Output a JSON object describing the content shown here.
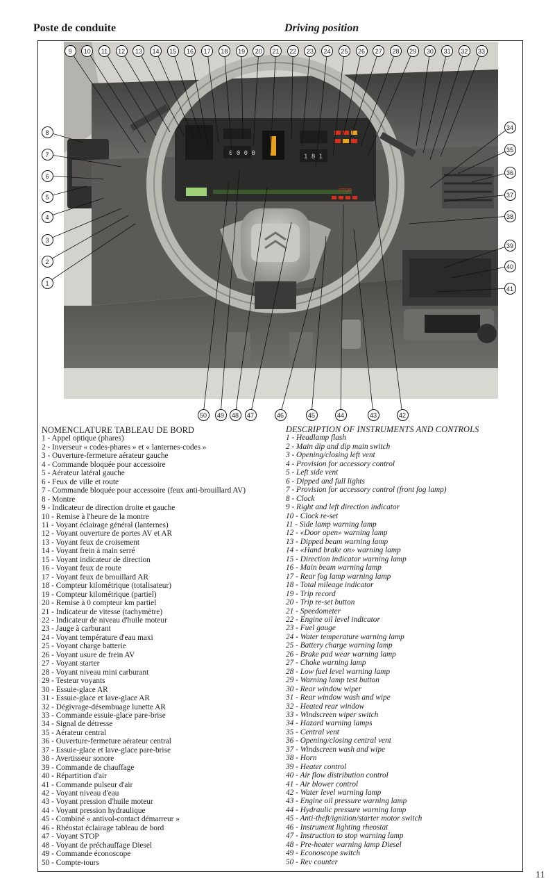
{
  "header": {
    "title_fr": "Poste de conduite",
    "title_en": "Driving position"
  },
  "photo": {
    "callouts_top": [
      "9",
      "10",
      "11",
      "12",
      "13",
      "14",
      "15",
      "16",
      "17",
      "18",
      "19",
      "20",
      "21",
      "22",
      "23",
      "24",
      "25",
      "26",
      "27",
      "28",
      "29",
      "30",
      "31",
      "32",
      "33"
    ],
    "callouts_left": [
      "8",
      "7",
      "6",
      "5",
      "4",
      "3",
      "2",
      "1"
    ],
    "callouts_right": [
      "34",
      "35",
      "36",
      "37",
      "38",
      "39",
      "40",
      "41"
    ],
    "callouts_bottom": [
      "50",
      "49",
      "48",
      "47",
      "46",
      "45",
      "44",
      "43",
      "42"
    ],
    "display_labels": {
      "stop_lamp": "STOP",
      "trip": "1 8 1",
      "mileage": "0 0 0 0"
    }
  },
  "nomenclature_fr": {
    "title": "NOMENCLATURE TABLEAU DE BORD",
    "items": [
      "1 - Appel optique (phares)",
      "2 - Inverseur « codes-phares » et « lanternes-codes »",
      "3 - Ouverture-fermeture aérateur gauche",
      "4 - Commande bloquée pour accessoire",
      "5 - Aérateur latéral gauche",
      "6 - Feux de ville et route",
      "7 - Commande bloquée pour accessoire (feux anti-brouillard AV)",
      "8 - Montre",
      "9 - Indicateur de direction droite et gauche",
      "10 - Remise à l'heure de la montre",
      "11 - Voyant éclairage général (lanternes)",
      "12 - Voyant ouverture de portes AV et AR",
      "13 - Voyant feux de croisement",
      "14 - Voyant frein à main serré",
      "15 - Voyant indicateur de direction",
      "16 - Voyant feux de route",
      "17 - Voyant feux de brouillard AR",
      "18 - Compteur kilométrique (totalisateur)",
      "19 - Compteur kilométrique (partiel)",
      "20 - Remise à 0 compteur km partiel",
      "21 - Indicateur de vitesse (tachymètre)",
      "22 - Indicateur de niveau d'huile moteur",
      "23 - Jauge à carburant",
      "24 - Voyant température d'eau maxi",
      "25 - Voyant charge batterie",
      "26 - Voyant usure de frein AV",
      "27 - Voyant starter",
      "28 - Voyant niveau mini carburant",
      "29 - Testeur voyants",
      "30 - Essuie-glace AR",
      "31 - Essuie-glace et lave-glace AR",
      "32 - Dégivrage-désembuage lunette AR",
      "33 - Commande essuie-glace pare-brise",
      "34 - Signal de détresse",
      "35 - Aérateur central",
      "36 - Ouverture-fermeture aérateur central",
      "37 - Essuie-glace et lave-glace pare-brise",
      "38 - Avertisseur sonore",
      "39 - Commande de chauffage",
      "40 - Répartition d'air",
      "41 - Commande pulseur d'air",
      "42 - Voyant niveau d'eau",
      "43 - Voyant pression d'huile moteur",
      "44 - Voyant pression hydraulique",
      "45 - Combiné « antivol-contact démarreur »",
      "46 - Rhéostat éclairage tableau de bord",
      "47 - Voyant STOP",
      "48 - Voyant de préchauffage Diesel",
      "49 - Commande éconoscope",
      "50 - Compte-tours"
    ]
  },
  "nomenclature_en": {
    "title": "DESCRIPTION OF INSTRUMENTS AND CONTROLS",
    "items": [
      "1 - Headlamp flash",
      "2 - Main dip and dip main switch",
      "3 - Opening/closing left vent",
      "4 - Provision for accessory control",
      "5 - Left side vent",
      "6 - Dipped and full lights",
      "7 - Provision for accessory control (front fog lamp)",
      "8 - Clock",
      "9 - Right and left direction indicator",
      "10 - Clock re-set",
      "11 - Side lamp warning lamp",
      "12 - «Door open» warning lamp",
      "13 - Dipped beam warning lamp",
      "14 - «Hand brake on» warning lamp",
      "15 - Direction indicator warning lamp",
      "16 - Main beam warning lamp",
      "17 - Rear fog lamp warning lamp",
      "18 - Total mileage indicator",
      "19 - Trip record",
      "20 - Trip re-set button",
      "21 - Speedometer",
      "22 - Engine oil level indicator",
      "23 - Fuel gauge",
      "24 - Water temperature warning lamp",
      "25 - Battery charge warning lamp",
      "26 - Brake pad wear warning lamp",
      "27 - Choke warning lamp",
      "28 - Low fuel level warning lamp",
      "29 - Warning lamp test button",
      "30 - Rear window wiper",
      "31 - Rear window wash and wipe",
      "32 - Heated rear window",
      "33 - Windscreen wiper switch",
      "34 - Hazard warning lamps",
      "35 - Central vent",
      "36 - Opening/closing central vent",
      "37 - Windscreen wash and wipe",
      "38 - Horn",
      "39 - Heater control",
      "40 - Air flow distribution control",
      "41 - Air blower control",
      "42 - Water level warning lamp",
      "43 - Engine oil pressure warning lamp",
      "44 - Hydraulic pressure warning lamp",
      "45 - Anti-theft/ignition/starter motor switch",
      "46 - Instrument lighting rheostat",
      "47 - Instruction to stop warning lamp",
      "48 - Pre-heater warning lamp Diesel",
      "49 - Econoscope switch",
      "50 - Rev counter"
    ]
  },
  "page_number": "11",
  "colors": {
    "ink": "#1a1a1a",
    "dash": "#4a4a48",
    "wheel": "#b9b8b2",
    "lamp_red": "#d2321e",
    "lamp_amber": "#e8a21c",
    "display_green": "#9fd07a"
  }
}
